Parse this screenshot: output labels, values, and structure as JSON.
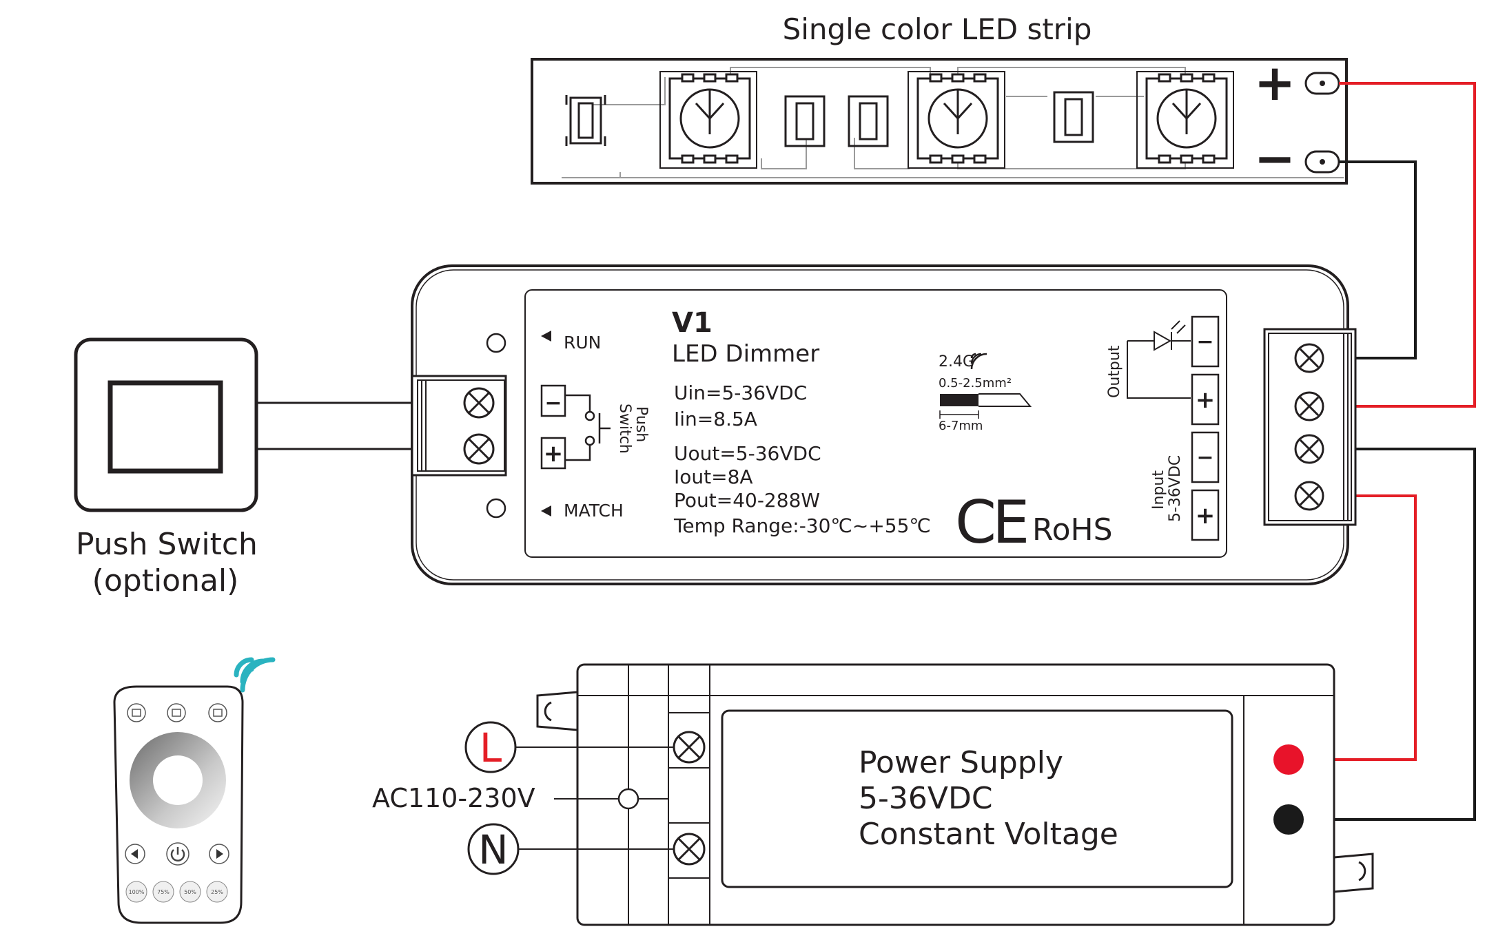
{
  "led_strip": {
    "title": "Single color LED strip",
    "plus_symbol": "+",
    "minus_symbol": "−"
  },
  "push_switch": {
    "label_line1": "Push Switch",
    "label_line2": "(optional)"
  },
  "dimmer": {
    "model": "V1",
    "name": "LED Dimmer",
    "run_label": "RUN",
    "match_label": "MATCH",
    "push_switch_line1": "Push",
    "push_switch_line2": "Switch",
    "minus_symbol": "−",
    "plus_symbol": "+",
    "specs": {
      "uin": "Uin=5-36VDC",
      "iin": "Iin=8.5A",
      "uout": "Uout=5-36VDC",
      "iout": "Iout=8A",
      "pout": "Pout=40-288W",
      "temp": "Temp Range:-30℃~+55℃"
    },
    "wireless": "2.4G",
    "wire_gauge": "0.5-2.5mm²",
    "strip_length": "6-7mm",
    "output_label": "Output",
    "input_label_line1": "Input",
    "input_label_line2": "5-36VDC",
    "ce_mark": "CE",
    "rohs": "RoHS"
  },
  "power_supply": {
    "line1": "Power Supply",
    "line2": "5-36VDC",
    "line3": "Constant Voltage",
    "ac_label": "AC110-230V",
    "live_label": "L",
    "neutral_label": "N"
  },
  "remote": {
    "presets": [
      "100%",
      "75%",
      "50%",
      "25%"
    ]
  },
  "colors": {
    "wire_positive": "#e41e26",
    "wire_negative": "#1a1a1a",
    "outline": "#231f20",
    "signal": "#2ab3c0",
    "live_text": "#e41e26",
    "dot_positive": "#e8132a"
  }
}
